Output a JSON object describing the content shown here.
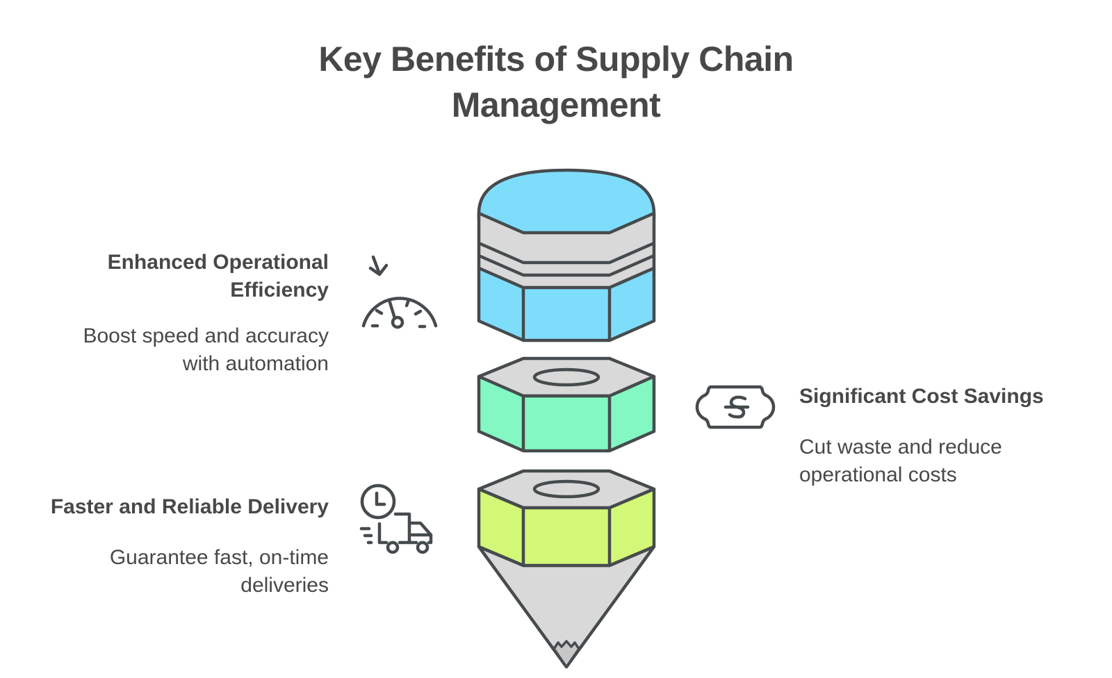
{
  "title": {
    "line1": "Key Benefits of Supply Chain",
    "line2": "Management"
  },
  "benefits": [
    {
      "heading_line1": "Enhanced Operational",
      "heading_line2": "Efficiency",
      "desc_line1": "Boost speed and accuracy",
      "desc_line2": "with automation",
      "icon": "speedometer-icon",
      "side": "left",
      "part": "top-cap",
      "color": "#7FDDFC"
    },
    {
      "heading_line1": "Significant Cost Savings",
      "desc_line1": "Cut waste and reduce",
      "desc_line2": "operational costs",
      "icon": "dollar-tag-icon",
      "side": "right",
      "part": "middle-nut",
      "color": "#83F8C2"
    },
    {
      "heading_line1": "Faster and Reliable Delivery",
      "desc_line1": "Guarantee fast, on-time",
      "desc_line2": "deliveries",
      "icon": "delivery-truck-clock-icon",
      "side": "left",
      "part": "bottom-nut-with-tip",
      "color": "#D3F877"
    }
  ],
  "colors": {
    "outline": "#464B4E",
    "gray_face": "#D9D9D9",
    "text": "#484848"
  }
}
